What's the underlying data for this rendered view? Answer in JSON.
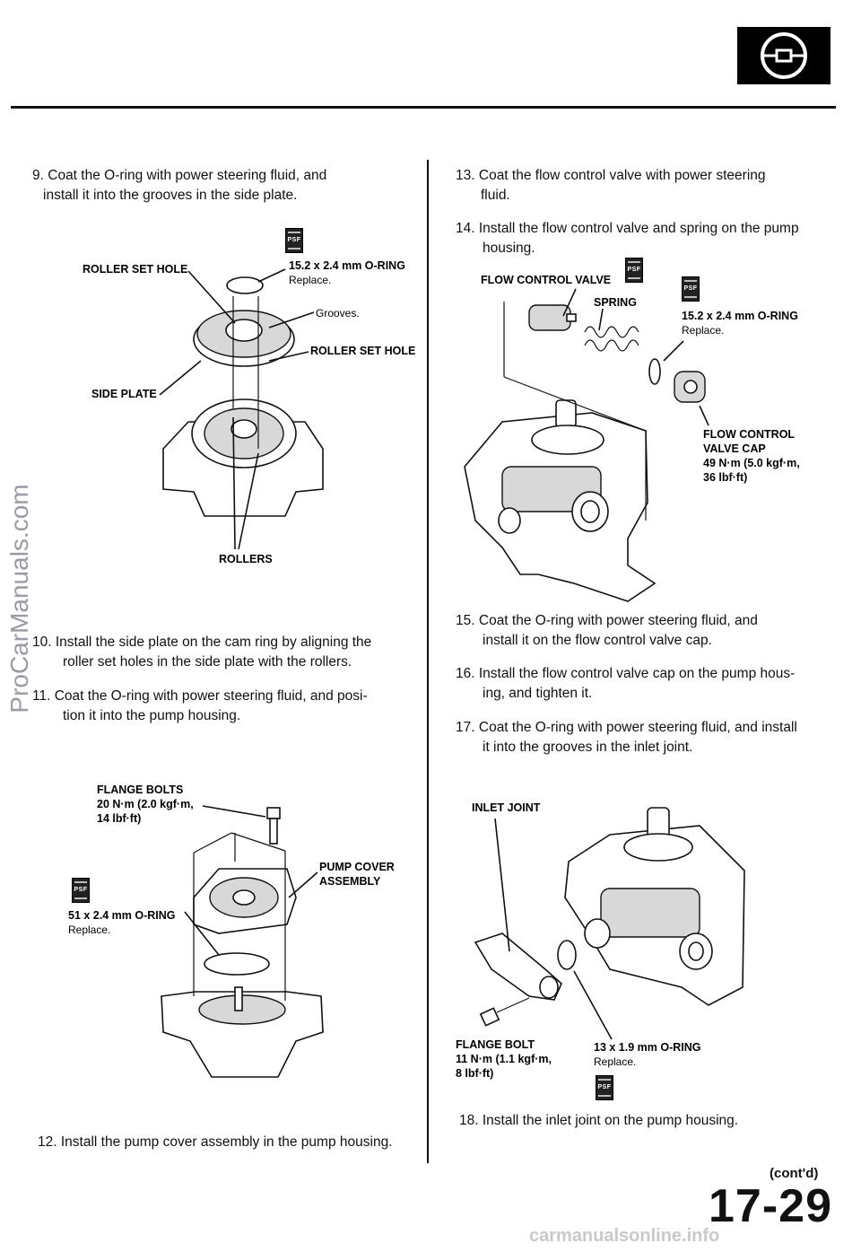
{
  "header": {
    "icon": "steering-wheel-icon"
  },
  "watermark": "ProCarManuals.com",
  "footer": {
    "page_number": "17-29",
    "contd": "(cont'd)",
    "site": "carmanualsonline.info"
  },
  "left": {
    "step9": {
      "num": "9.",
      "line1": "Coat the O-ring with power steering fluid, and",
      "line2": "install it into the grooves in the side plate."
    },
    "fig1": {
      "roller_set_hole_1": "ROLLER SET HOLE",
      "oring": "15.2 x 2.4 mm O-RING",
      "replace": "Replace.",
      "grooves": "Grooves.",
      "roller_set_hole_2": "ROLLER SET HOLE",
      "side_plate": "SIDE PLATE",
      "rollers": "ROLLERS",
      "psf": "PSF"
    },
    "step10": {
      "num": "10.",
      "line1": "Install the side plate on the cam ring by aligning the",
      "line2": "roller set holes in the side plate with the rollers."
    },
    "step11": {
      "num": "11.",
      "line1": "Coat the O-ring with power steering fluid, and posi-",
      "line2": "tion it into the pump housing."
    },
    "fig2": {
      "flange_bolts": "FLANGE BOLTS",
      "torque1": "20 N·m (2.0 kgf·m,",
      "torque2": "14 lbf·ft)",
      "pump_cover1": "PUMP COVER",
      "pump_cover2": "ASSEMBLY",
      "oring": "51 x 2.4 mm O-RING",
      "replace": "Replace.",
      "psf": "PSF"
    },
    "step12": {
      "num": "12.",
      "text": "Install the pump cover assembly in the pump housing."
    }
  },
  "right": {
    "step13": {
      "num": "13.",
      "line1": "Coat the flow control valve with power steering",
      "line2": "fluid."
    },
    "step14": {
      "num": "14.",
      "line1": "Install the flow control valve and spring on the pump",
      "line2": "housing."
    },
    "fig3": {
      "fcv": "FLOW CONTROL VALVE",
      "spring": "SPRING",
      "oring": "15.2 x 2.4 mm O-RING",
      "replace": "Replace.",
      "cap1": "FLOW CONTROL",
      "cap2": "VALVE CAP",
      "torque1": "49 N·m (5.0 kgf·m,",
      "torque2": "36 lbf·ft)",
      "psf": "PSF"
    },
    "step15": {
      "num": "15.",
      "line1": "Coat the O-ring with power steering fluid, and",
      "line2": "install it on the flow control valve cap."
    },
    "step16": {
      "num": "16.",
      "line1": "Install the flow control valve cap on the pump hous-",
      "line2": "ing, and tighten it."
    },
    "step17": {
      "num": "17.",
      "line1": "Coat the O-ring with power steering fluid, and install",
      "line2": "it into the grooves in the inlet joint."
    },
    "fig4": {
      "inlet_joint": "INLET JOINT",
      "flange_bolt": "FLANGE BOLT",
      "torque1": "11 N·m (1.1 kgf·m,",
      "torque2": "8 lbf·ft)",
      "oring": "13 x 1.9 mm O-RING",
      "replace": "Replace.",
      "psf": "PSF"
    },
    "step18": {
      "num": "18.",
      "text": "Install the inlet joint on the pump housing."
    }
  }
}
